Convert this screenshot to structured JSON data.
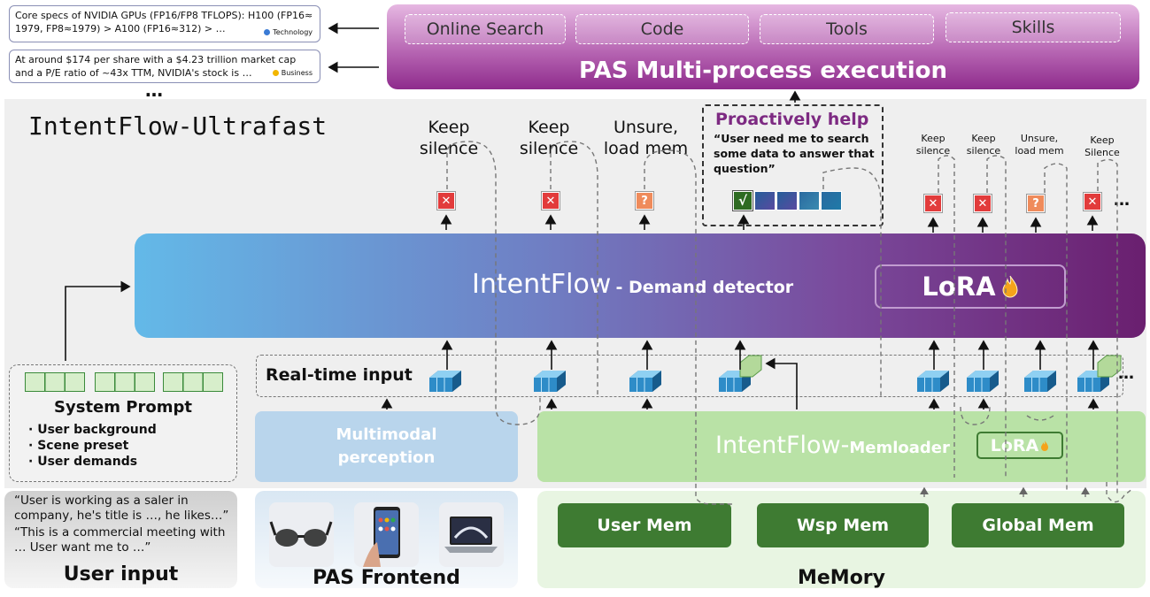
{
  "search_results": [
    {
      "text": "Core specs of NVIDIA GPUs (FP16/FP8 TFLOPS): H100 (FP16≈ 1979, FP8≈1979) > A100 (FP16≈312) > …",
      "tag": "Technology",
      "tag_color": "#3a7bd5"
    },
    {
      "text": "At around $174 per share with a $4.23 trillion market cap and a P/E ratio of ~43x TTM, NVIDIA's stock is …",
      "tag": "Business",
      "tag_color": "#f2b600"
    }
  ],
  "search_more": "…",
  "pas_exec": {
    "tabs": [
      "Online Search",
      "Code",
      "Tools",
      "Skills"
    ],
    "title": "PAS Multi-process execution"
  },
  "ultrafast_title": "IntentFlow-Ultrafast",
  "decisions_main": [
    {
      "label": "Keep silence",
      "mark": "✕",
      "kind": "x"
    },
    {
      "label": "Keep silence",
      "mark": "✕",
      "kind": "x"
    },
    {
      "label": "Unsure, load mem",
      "mark": "?",
      "kind": "q"
    }
  ],
  "proactive": {
    "title": "Proactively help",
    "quote": "“User need me to search some data to answer that question”",
    "check": "√"
  },
  "decisions_small": [
    {
      "label": "Keep silence",
      "mark": "✕",
      "kind": "x"
    },
    {
      "label": "Keep silence",
      "mark": "✕",
      "kind": "x"
    },
    {
      "label": "Unsure, load mem",
      "mark": "?",
      "kind": "q"
    },
    {
      "label": "Keep Silence",
      "mark": "✕",
      "kind": "x"
    }
  ],
  "ellipsis": "…",
  "demand_detector": {
    "main": "IntentFlow",
    "sub": "- Demand detector",
    "lora": "LoRA"
  },
  "realtime_label": "Real-time input",
  "system_prompt": {
    "title": "System Prompt",
    "items": [
      "User background",
      "Scene preset",
      "User demands"
    ]
  },
  "multimodal": "Multimodal perception",
  "memloader": {
    "main": "IntentFlow-",
    "sub": "Memloader",
    "lora": "LoRA"
  },
  "memory": {
    "buttons": [
      "User Mem",
      "Wsp Mem",
      "Global Mem"
    ],
    "title": "MeMory"
  },
  "frontend_title": "PAS Frontend",
  "user_input": {
    "quote1": "“User is working as a saler in company, he's title is …, he likes…”",
    "quote2": "“This is a commercial meeting with … User want me to …”",
    "title": "User input"
  },
  "colors": {
    "demand_start": "#63b9e8",
    "demand_end": "#6a1f6f",
    "memory_green": "#3e7b32",
    "pas_purple": "#8e2b8c"
  }
}
